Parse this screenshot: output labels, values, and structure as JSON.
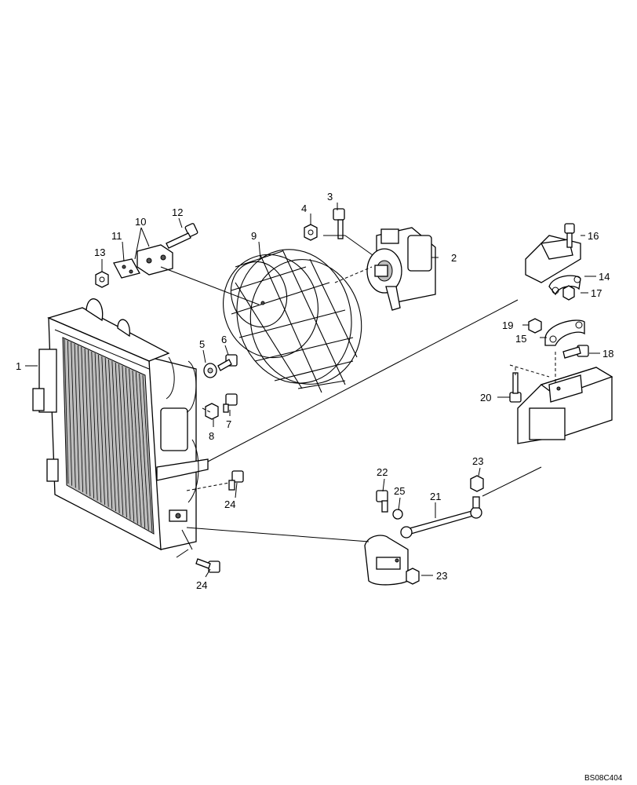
{
  "callouts": {
    "c1": "1",
    "c2": "2",
    "c3": "3",
    "c4": "4",
    "c5": "5",
    "c6": "6",
    "c7": "7",
    "c8": "8",
    "c9": "9",
    "c10": "10",
    "c11": "11",
    "c12": "12",
    "c13": "13",
    "c14": "14",
    "c15": "15",
    "c16": "16",
    "c17": "17",
    "c18": "18",
    "c19": "19",
    "c20": "20",
    "c21": "21",
    "c22": "22",
    "c23a": "23",
    "c23b": "23",
    "c24a": "24",
    "c24b": "24",
    "c25": "25"
  },
  "doc_id": "BS08C404"
}
